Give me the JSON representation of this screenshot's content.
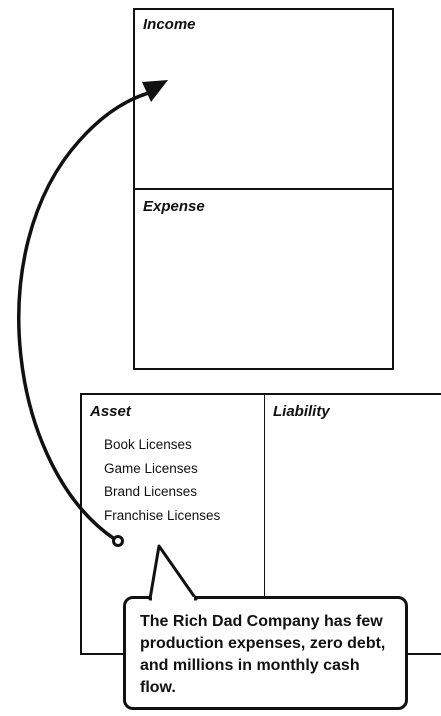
{
  "income": {
    "title": "Income"
  },
  "expense": {
    "title": "Expense"
  },
  "asset": {
    "title": "Asset",
    "items": [
      "Book Licenses",
      "Game Licenses",
      "Brand Licenses",
      "Franchise Licenses"
    ]
  },
  "liability": {
    "title": "Liability"
  },
  "callout": {
    "text": "The Rich Dad Company has few production expenses, zero debt, and millions in monthly cash flow."
  },
  "colors": {
    "line": "#111111",
    "background": "#ffffff"
  }
}
